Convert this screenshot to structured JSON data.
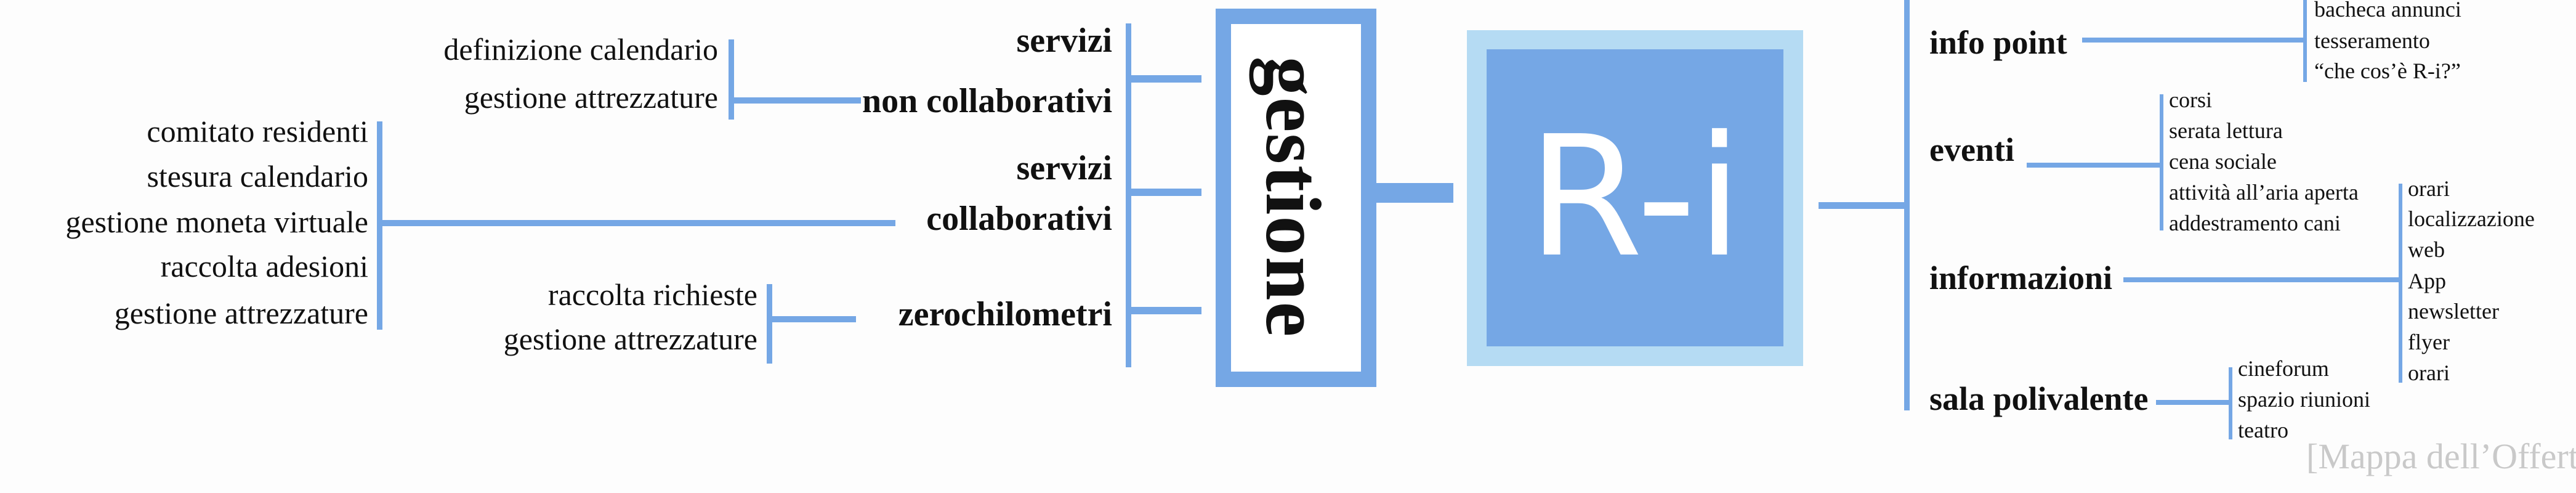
{
  "colors": {
    "accent": "#75a7e5",
    "accent_light": "#b5dbf3"
  },
  "center": {
    "label": "R-i"
  },
  "left_hub": {
    "label": "gestione"
  },
  "left_branches": {
    "non_collab": {
      "title1": "servizi",
      "title2": "non collaborativi",
      "items": [
        "definizione calendario",
        "gestione attrezzature"
      ]
    },
    "collab": {
      "title1": "servizi",
      "title2": "collaborativi",
      "items": [
        "comitato residenti",
        "stesura calendario",
        "gestione moneta virtuale",
        "raccolta adesioni",
        "gestione attrezzature"
      ]
    },
    "zero": {
      "title": "zerochilometri",
      "items": [
        "raccolta richieste",
        "gestione attrezzature"
      ]
    }
  },
  "right_branches": {
    "info_point": {
      "title": "info point",
      "items": [
        "bacheca annunci",
        "tesseramento",
        "“che cos’è R-i?”"
      ]
    },
    "eventi": {
      "title": "eventi",
      "items": [
        "corsi",
        "serata lettura",
        "cena sociale",
        "attività all’aria aperta",
        "addestramento cani"
      ]
    },
    "informazioni": {
      "title": "informazioni",
      "items": [
        "orari",
        "localizzazione",
        "web",
        "App",
        "newsletter",
        "flyer",
        "orari"
      ]
    },
    "sala": {
      "title": "sala polivalente",
      "items": [
        "cineforum",
        "spazio riunioni",
        "teatro"
      ]
    }
  },
  "caption": "[Mappa dell’Offerta]"
}
